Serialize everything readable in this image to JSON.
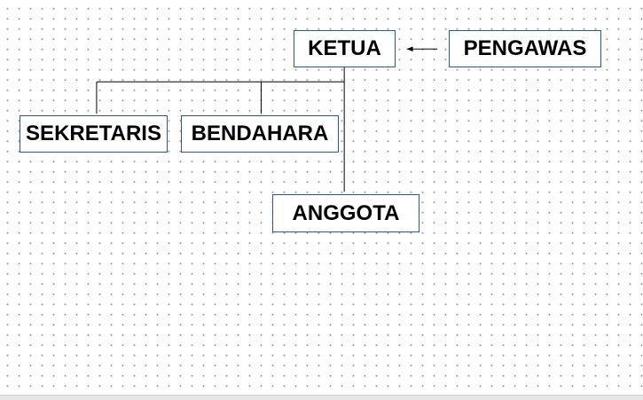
{
  "diagram": {
    "nodes": {
      "ketua": "KETUA",
      "pengawas": "PENGAWAS",
      "sekretaris": "SEKRETARIS",
      "bendahara": "BENDAHARA",
      "anggota": "ANGGOTA"
    },
    "edges": [
      {
        "from": "pengawas",
        "to": "ketua",
        "style": "arrow"
      },
      {
        "from": "ketua",
        "to": "sekretaris",
        "style": "line"
      },
      {
        "from": "ketua",
        "to": "bendahara",
        "style": "line"
      },
      {
        "from": "ketua",
        "to": "anggota",
        "style": "line"
      }
    ],
    "colors": {
      "box_border": "#2f5597",
      "connector": "#000000",
      "grid_dot": "#9a9a9a"
    }
  }
}
